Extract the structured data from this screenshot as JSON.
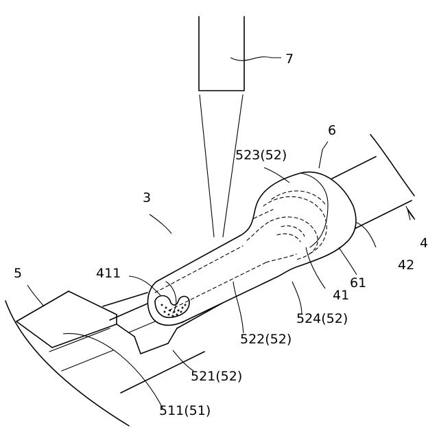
{
  "figure": {
    "labels": {
      "laser": "7",
      "assembly": "3",
      "covering": "6",
      "cable": "4",
      "insulation": "42",
      "terminal": "5",
      "wire_end": "411",
      "pad": "511(51)",
      "part_521": "521(52)",
      "part_522": "522(52)",
      "part_523": "523(52)",
      "part_524": "524(52)",
      "conductor": "41",
      "tube_part": "61"
    }
  }
}
